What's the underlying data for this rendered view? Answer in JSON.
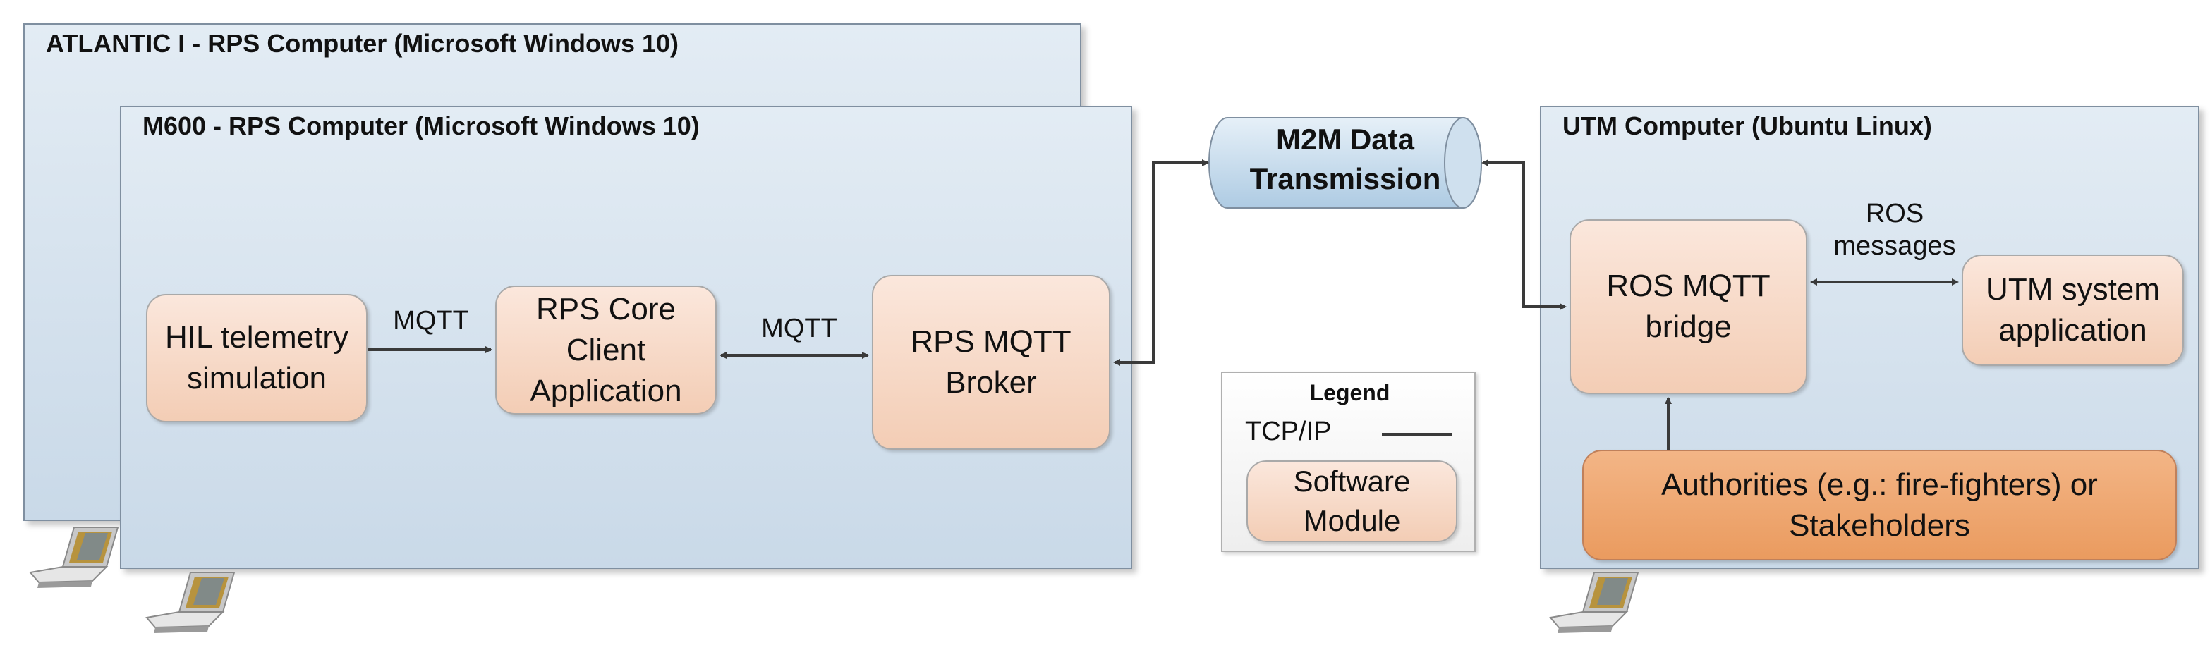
{
  "panels": {
    "atlantic": {
      "title": "ATLANTIC I - RPS Computer (Microsoft Windows 10)"
    },
    "m600": {
      "title": "M600 - RPS Computer (Microsoft Windows 10)"
    },
    "utm": {
      "title": "UTM Computer (Ubuntu Linux)"
    }
  },
  "modules": {
    "hil": "HIL telemetry\nsimulation",
    "rps_core": "RPS Core\nClient\nApplication",
    "rps_broker": "RPS MQTT\nBroker",
    "ros_bridge": "ROS MQTT\nbridge",
    "utm_app": "UTM system\napplication",
    "authorities": "Authorities (e.g.: fire-fighters) or\nStakeholders"
  },
  "transmission": {
    "label": "M2M Data\nTransmission"
  },
  "edge_labels": {
    "mqtt_1": "MQTT",
    "mqtt_2": "MQTT",
    "ros_messages": "ROS\nmessages"
  },
  "legend": {
    "title": "Legend",
    "tcp_label": "TCP/IP",
    "module_label": "Software\nModule"
  },
  "icons": [
    "laptop-icon"
  ],
  "colors": {
    "panel_fill": "#d6e3ef",
    "module_fill": "#f7dac8",
    "authorities_fill": "#ee a86f",
    "cylinder_fill": "#c6dbed",
    "arrow": "#3a3a3a"
  }
}
